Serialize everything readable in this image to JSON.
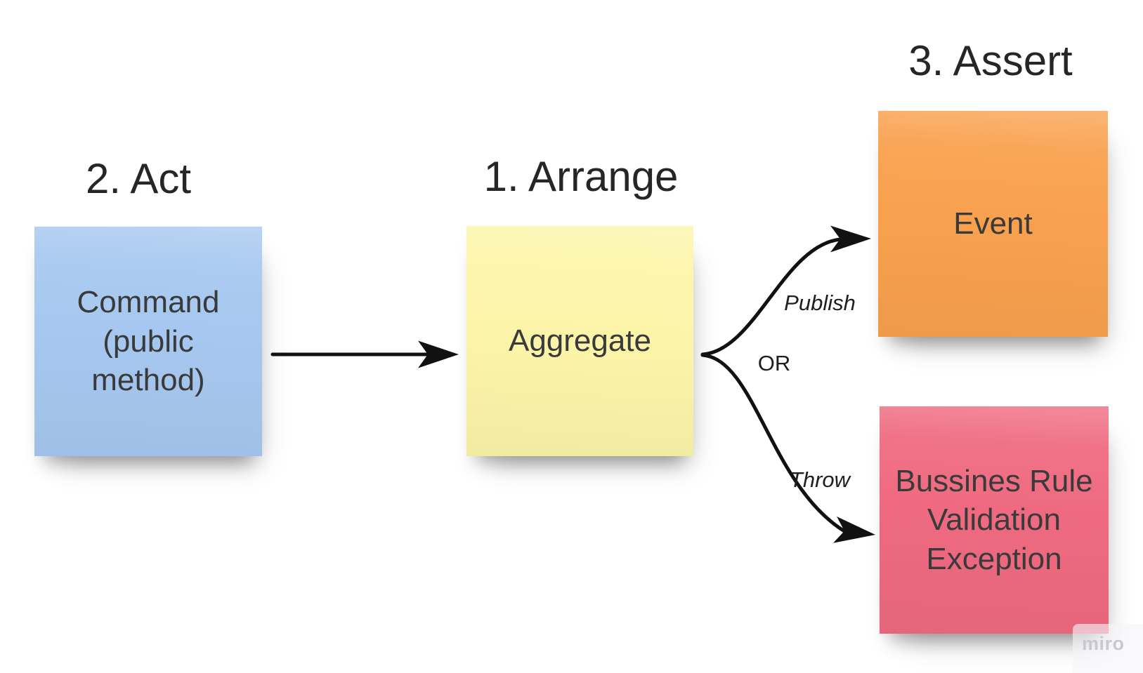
{
  "board": {
    "background_color": "#ffffff",
    "watermark": "miro"
  },
  "headings": {
    "arrange": "1. Arrange",
    "act": "2. Act",
    "assert": "3. Assert"
  },
  "notes": {
    "command": {
      "text": "Command (public method)",
      "color": "#a6c8f0"
    },
    "aggregate": {
      "text": "Aggregate",
      "color": "#fcf5a9"
    },
    "event": {
      "text": "Event",
      "color": "#f9a14e"
    },
    "exception": {
      "text": "Bussines Rule Validation Exception",
      "color": "#ef6a80"
    }
  },
  "connectors": {
    "publish_label": "Publish",
    "or_label": "OR",
    "throw_label": "Throw"
  },
  "arrow_color": "#111111"
}
